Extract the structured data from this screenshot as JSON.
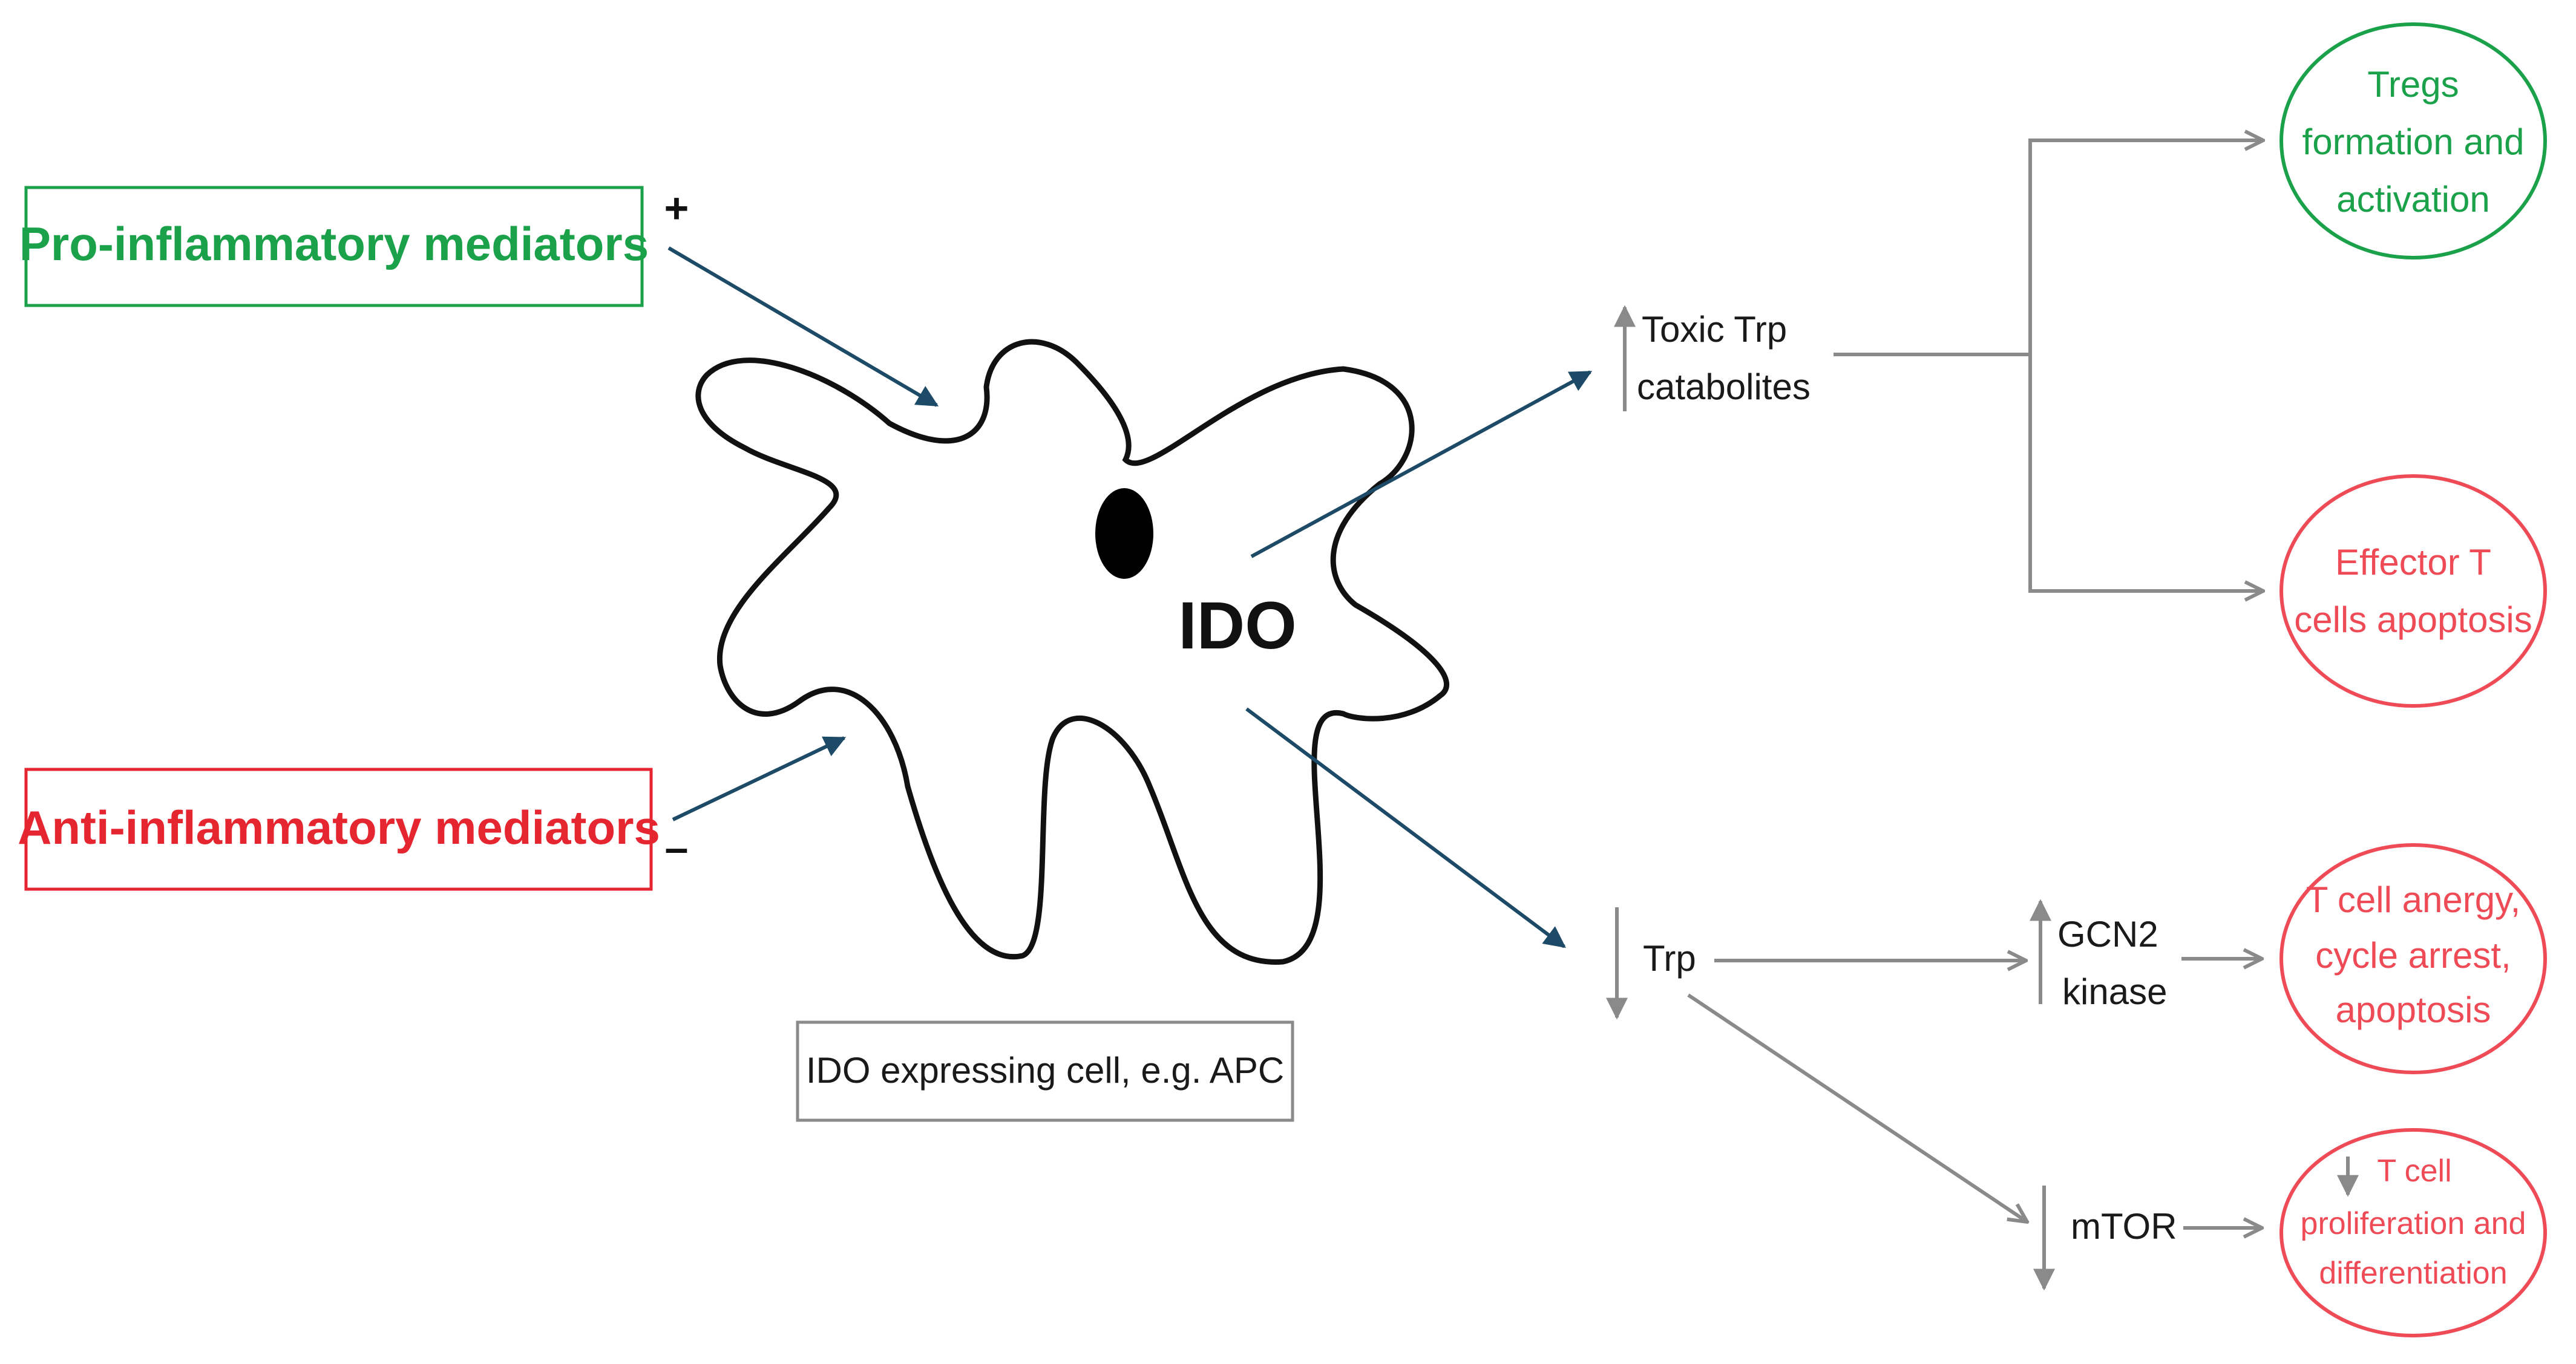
{
  "mediators": {
    "pro_label": "Pro-inflammatory mediators",
    "pro_sign": "+",
    "anti_label": "Anti-inflammatory mediators",
    "anti_sign": "–"
  },
  "cell": {
    "enzyme_label": "IDO",
    "caption": "IDO expressing cell, e.g. APC"
  },
  "pathway": {
    "catabolites_line1": "Toxic  Trp",
    "catabolites_line2": "catabolites",
    "trp": "Trp",
    "gcn2_line1": "GCN2",
    "gcn2_line2": "kinase",
    "mtor": "mTOR"
  },
  "outcomes": {
    "tregs": [
      "Tregs",
      "formation and",
      "activation"
    ],
    "effector": [
      "Effector T",
      "cells apoptosis"
    ],
    "anergy": [
      "T cell anergy,",
      "cycle arrest,",
      "apoptosis"
    ],
    "proliferation": [
      "T cell",
      "proliferation and",
      "differentiation"
    ]
  },
  "colors": {
    "green": "#1aa14a",
    "red": "#e52630",
    "salmon": "#ee4b57",
    "arrow_blue": "#1d4a66",
    "arrow_grey": "#8a8a8a"
  }
}
